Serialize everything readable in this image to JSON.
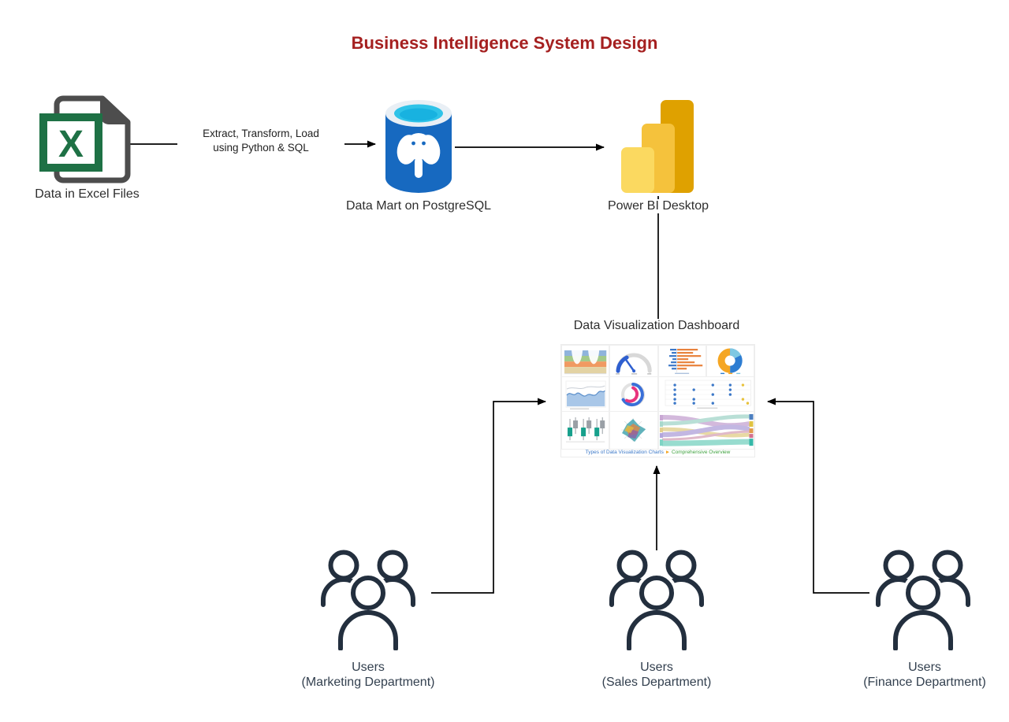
{
  "title": "Business Intelligence System Design",
  "nodes": {
    "excel": {
      "label": "Data in Excel Files"
    },
    "postgres": {
      "label": "Data Mart on PostgreSQL"
    },
    "powerbi": {
      "label": "Power BI Desktop"
    },
    "dashboard": {
      "label": "Data Visualization Dashboard",
      "caption_main": "Types of Data Visualization Charts",
      "caption_arrow": "►",
      "caption_sub": "Comprehensive Overview"
    },
    "users_marketing": {
      "line1": "Users",
      "line2": "(Marketing Department)"
    },
    "users_sales": {
      "line1": "Users",
      "line2": "(Sales Department)"
    },
    "users_finance": {
      "line1": "Users",
      "line2": "(Finance Department)"
    }
  },
  "edges": {
    "etl_line1": "Extract, Transform, Load",
    "etl_line2": "using Python & SQL"
  },
  "colors": {
    "title_red": "#A52020",
    "connector_black": "#000000",
    "users_navy": "#232F3E",
    "excel_green": "#1E7145",
    "excel_doc_gray": "#4D4D4D",
    "postgres_blue": "#1769C0",
    "postgres_cyan": "#2FC3E8",
    "powerbi_dark_gold": "#DFA100",
    "powerbi_mid_gold": "#F5C23C",
    "powerbi_light_gold": "#FBD960"
  }
}
